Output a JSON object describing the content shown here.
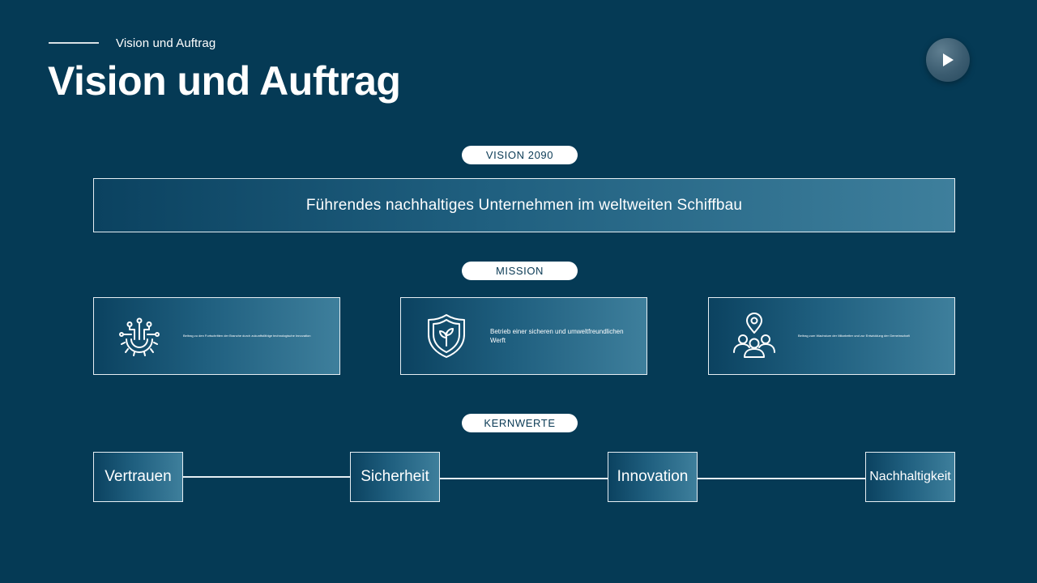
{
  "header": {
    "eyebrow": "Vision und Auftrag",
    "title": "Vision und Auftrag"
  },
  "controls": {
    "play_icon": "play-icon"
  },
  "vision": {
    "label": "VISION 2090",
    "statement": "Führendes nachhaltiges Unternehmen im weltweiten Schiffbau"
  },
  "mission": {
    "label": "MISSION",
    "items": [
      {
        "icon": "gear-circuit-icon",
        "text": "Beitrag zu den Fortschritten der Branche durch zukunftsfähige technologische Innovation"
      },
      {
        "icon": "shield-leaf-icon",
        "text": "Betrieb einer sicheren und umweltfreundlichen Werft"
      },
      {
        "icon": "people-location-icon",
        "text": "Beitrag zum Wachstum der Mitarbeiter und zur Entwicklung der Gemeinschaft"
      }
    ]
  },
  "core_values": {
    "label": "KERNWERTE",
    "items": [
      "Vertrauen",
      "Sicherheit",
      "Innovation",
      "Nachhaltigkeit"
    ]
  },
  "colors": {
    "background": "#053a55",
    "pill_text": "#0a3a55",
    "box_gradient_end": "#3e7f9c"
  }
}
